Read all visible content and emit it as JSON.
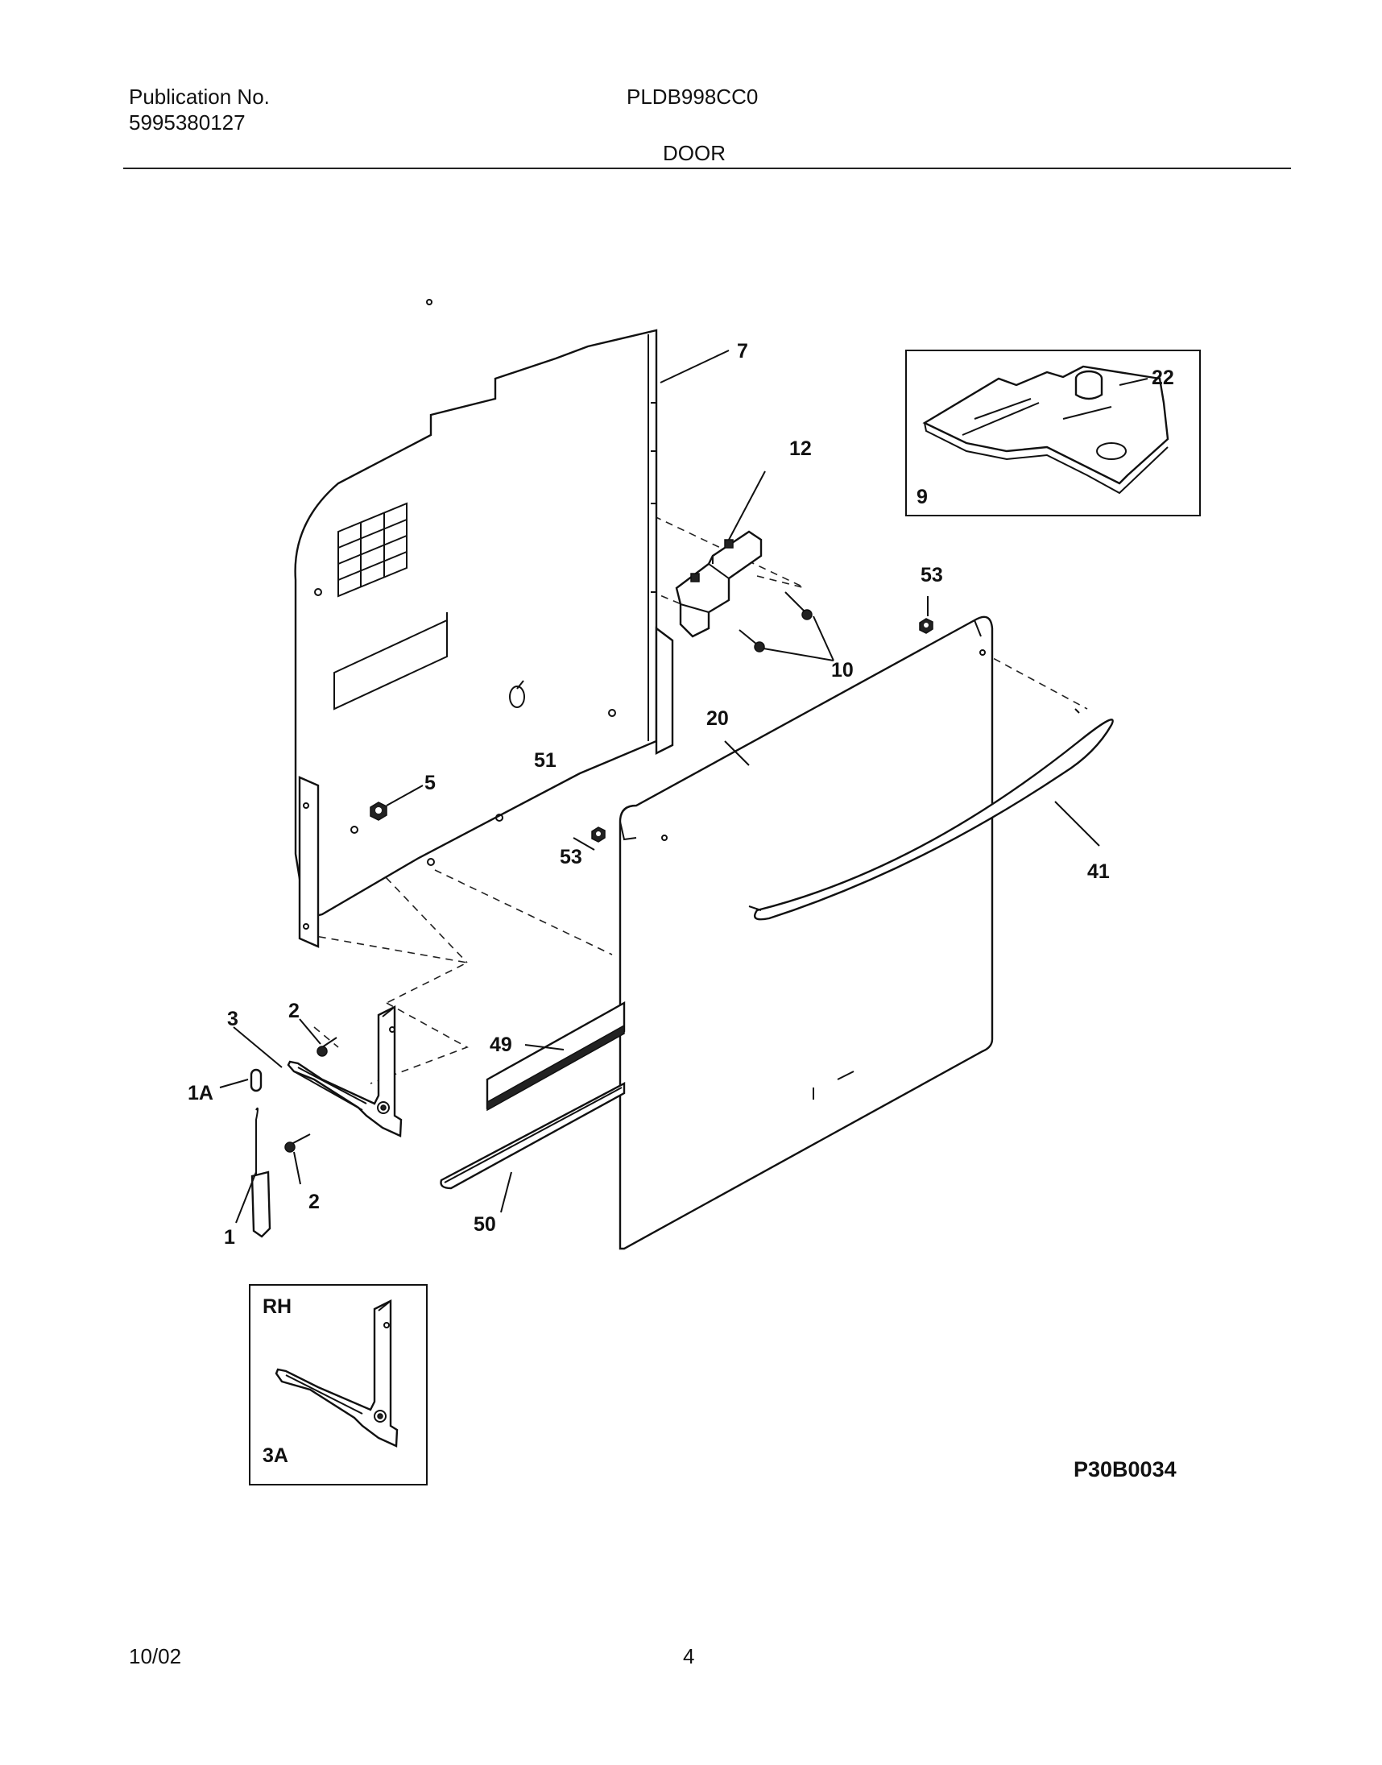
{
  "header": {
    "publication_label": "Publication No.",
    "publication_number": "5995380127",
    "model": "PLDB998CC0",
    "section_title": "DOOR"
  },
  "diagram": {
    "callouts": {
      "c1": "1",
      "c1a": "1A",
      "c2a": "2",
      "c2b": "2",
      "c3": "3",
      "c5": "5",
      "c7": "7",
      "c9": "9",
      "c10": "10",
      "c12": "12",
      "c20": "20",
      "c22": "22",
      "c41": "41",
      "c49": "49",
      "c50": "50",
      "c51": "51",
      "c53a": "53",
      "c53b": "53",
      "rh": "RH",
      "c3a": "3A"
    },
    "drawing_code": "P30B0034"
  },
  "footer": {
    "date": "10/02",
    "page": "4"
  }
}
